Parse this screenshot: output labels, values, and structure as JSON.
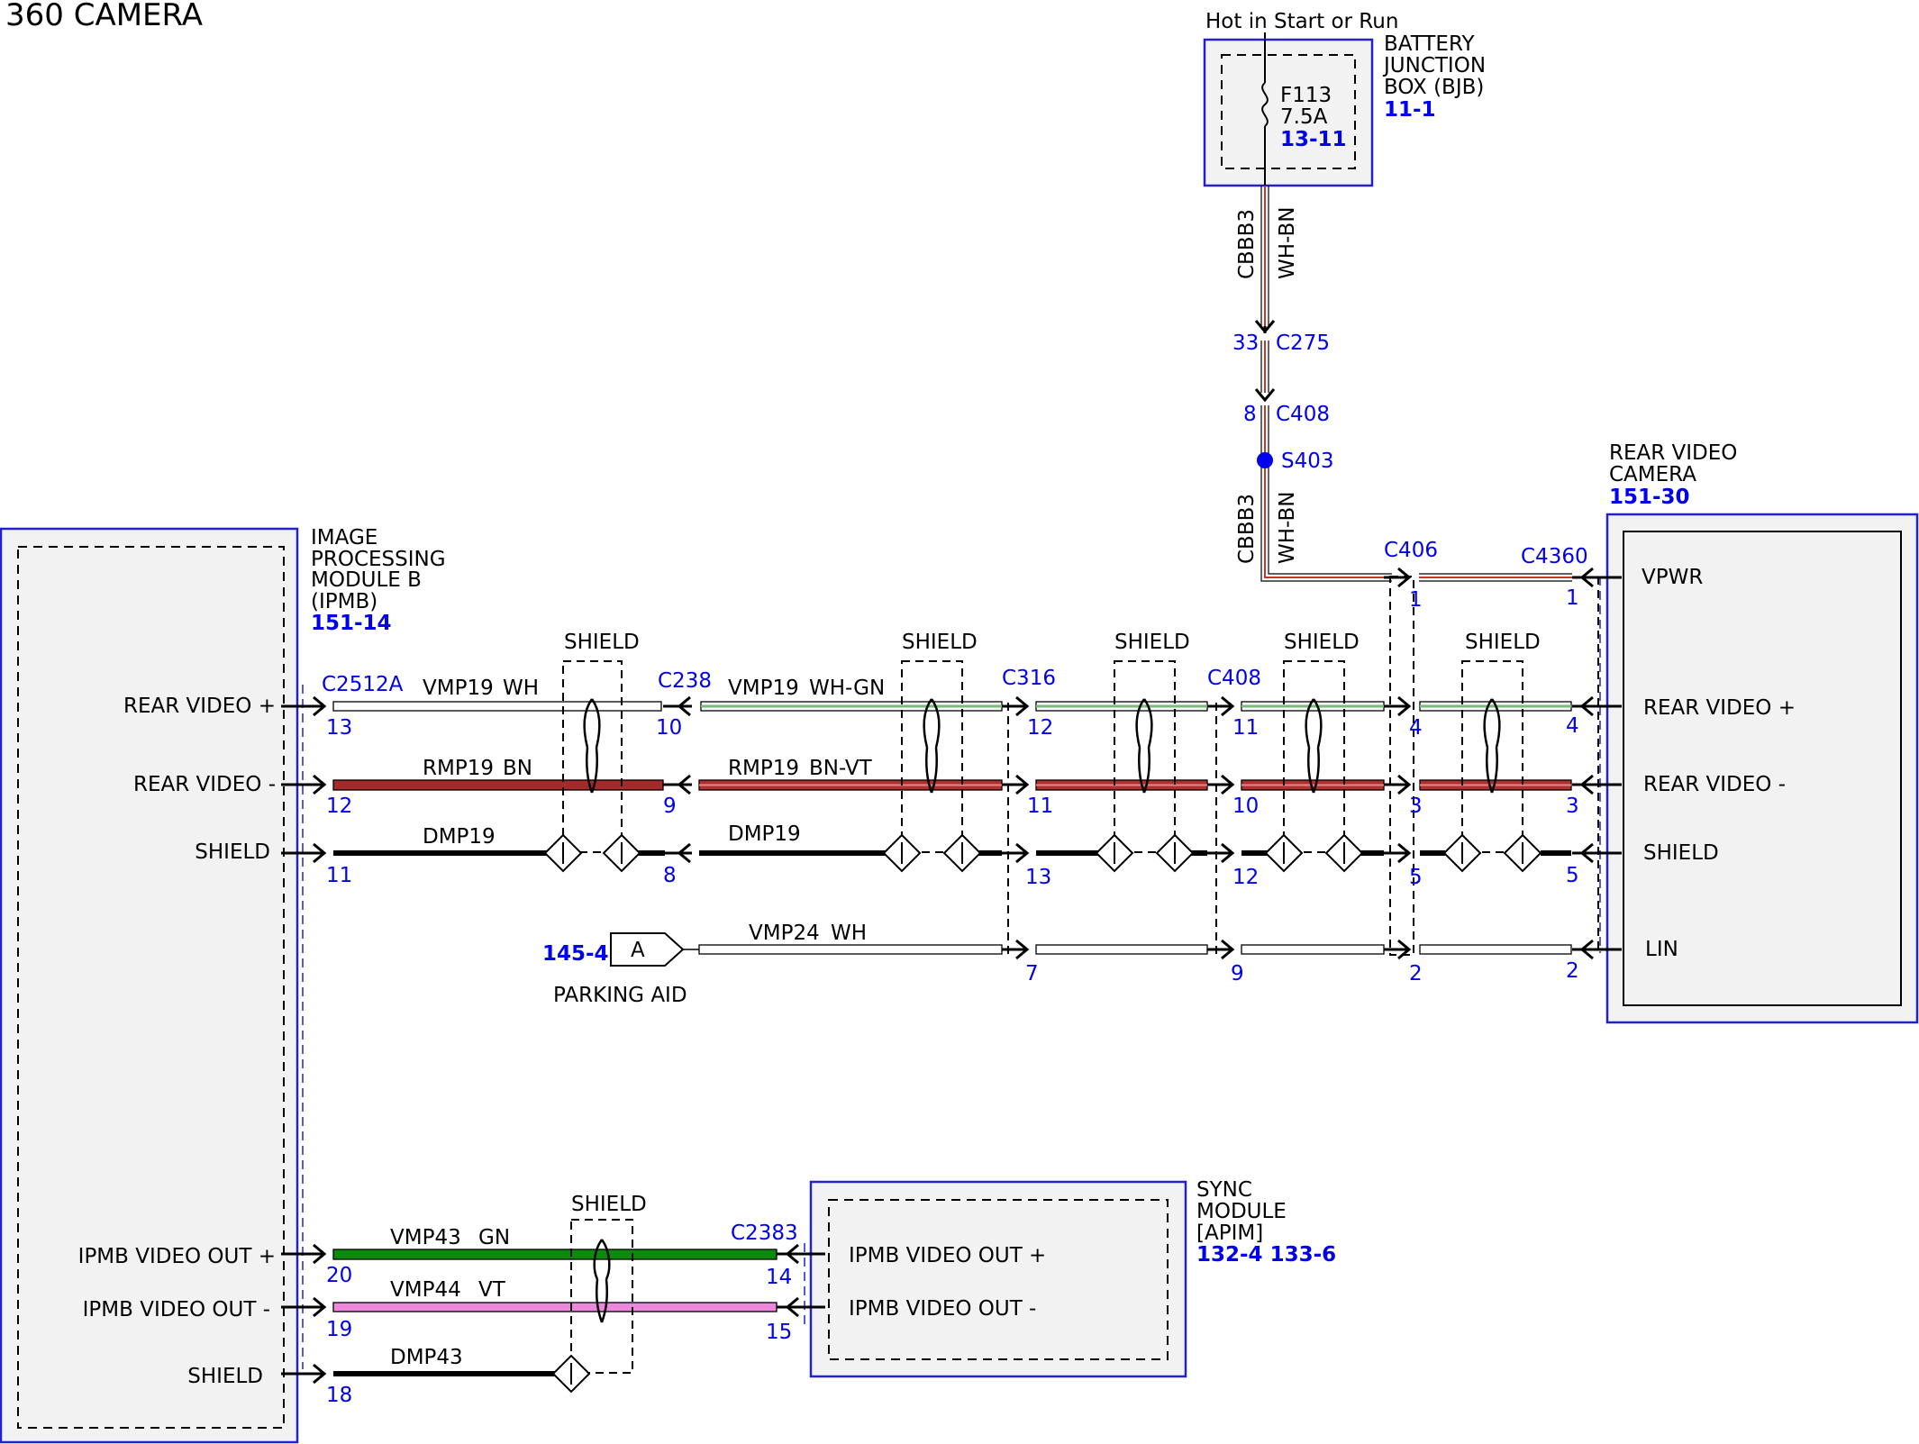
{
  "title": "360 CAMERA",
  "bjb": {
    "hot_label": "Hot in Start or Run",
    "name_line1": "BATTERY",
    "name_line2": "JUNCTION",
    "name_line3": "BOX (BJB)",
    "ref": "11-1",
    "fuse_id": "F113",
    "fuse_rating": "7.5A",
    "fuse_ref": "13-11"
  },
  "power_wire": {
    "circuit": "CBBB3",
    "color": "WH-BN"
  },
  "c275": {
    "pin": "33",
    "label": "C275"
  },
  "c408_top": {
    "pin": "8",
    "label": "C408"
  },
  "splice": "S403",
  "ipmb": {
    "name_line1": "IMAGE",
    "name_line2": "PROCESSING",
    "name_line3": "MODULE B",
    "name_line4": "(IPMB)",
    "ref": "151-14",
    "pins": {
      "rear_video_pos": "REAR VIDEO +",
      "rear_video_neg": "REAR VIDEO -",
      "shield": "SHIELD",
      "out_pos": "IPMB VIDEO OUT +",
      "out_neg": "IPMB VIDEO OUT -",
      "shield2": "SHIELD"
    }
  },
  "camera": {
    "name_line1": "REAR VIDEO",
    "name_line2": "CAMERA",
    "ref": "151-30",
    "pins": {
      "vpwr": "VPWR",
      "rear_video_pos": "REAR VIDEO +",
      "rear_video_neg": "REAR VIDEO -",
      "shield": "SHIELD",
      "lin": "LIN"
    }
  },
  "sync": {
    "name_line1": "SYNC",
    "name_line2": "MODULE",
    "name_line3": "[APIM]",
    "ref": "132-4 133-6",
    "pins": {
      "out_pos": "IPMB VIDEO OUT +",
      "out_neg": "IPMB VIDEO OUT -"
    }
  },
  "connectors": {
    "c2512a": {
      "label": "C2512A",
      "pins": [
        "13",
        "12",
        "11",
        "20",
        "19",
        "18"
      ]
    },
    "c238": {
      "label": "C238",
      "pins": [
        "10",
        "9",
        "8"
      ]
    },
    "c316": {
      "label": "C316",
      "pins": [
        "12",
        "11",
        "13",
        "7"
      ]
    },
    "c408": {
      "label": "C408",
      "pins": [
        "11",
        "10",
        "12",
        "9"
      ]
    },
    "c406": {
      "label": "C406",
      "pins": [
        "1",
        "4",
        "3",
        "5",
        "2"
      ]
    },
    "c4360": {
      "label": "C4360",
      "pins": [
        "1",
        "4",
        "3",
        "5",
        "2"
      ]
    },
    "c2383": {
      "label": "C2383",
      "pins": [
        "14",
        "15"
      ]
    }
  },
  "wires": {
    "vmp19_a": {
      "circuit": "VMP19",
      "color": "WH"
    },
    "rmp19_a": {
      "circuit": "RMP19",
      "color": "BN"
    },
    "dmp19_a": {
      "circuit": "DMP19"
    },
    "vmp19_b": {
      "circuit": "VMP19",
      "color": "WH-GN"
    },
    "rmp19_b": {
      "circuit": "RMP19",
      "color": "BN-VT"
    },
    "dmp19_b": {
      "circuit": "DMP19"
    },
    "vmp24": {
      "circuit": "VMP24",
      "color": "WH"
    },
    "vmp43": {
      "circuit": "VMP43",
      "color": "GN"
    },
    "vmp44": {
      "circuit": "VMP44",
      "color": "VT"
    },
    "dmp43": {
      "circuit": "DMP43"
    }
  },
  "shield_label": "SHIELD",
  "parking_aid": {
    "ref": "145-4",
    "letter": "A",
    "label": "PARKING AID"
  },
  "colors": {
    "reference_blue": "#0000ee",
    "module_border": "#2222cc",
    "module_fill": "#f2f2f2",
    "wire_brown": "#a52a2a",
    "wire_red": "#b03030",
    "wire_green": "#0b8a0b",
    "wire_violet": "#ee88dd",
    "wire_white_green": "#77bb77"
  }
}
